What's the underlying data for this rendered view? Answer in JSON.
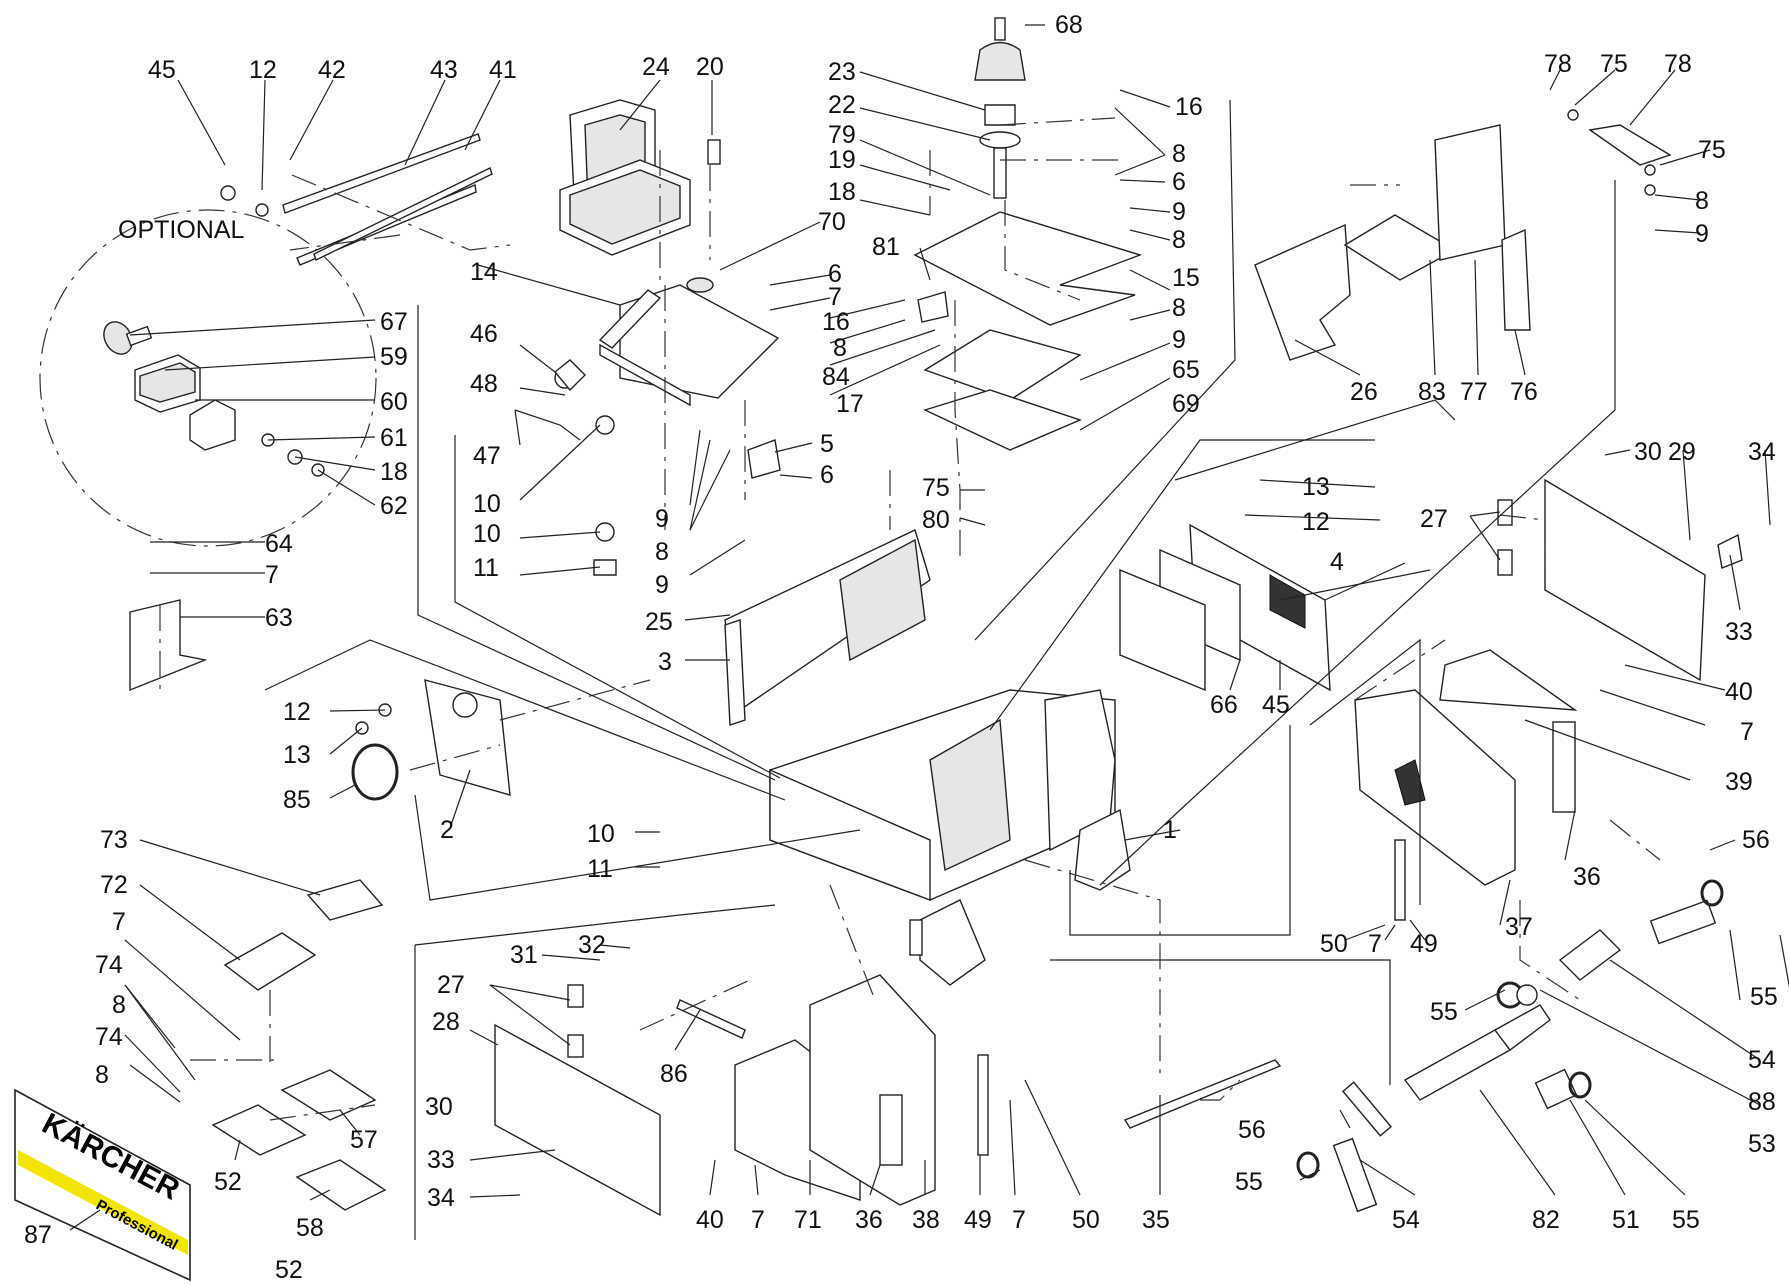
{
  "optional_label": "OPTIONAL",
  "logo": {
    "brand": "KÄRCHER",
    "tagline": "Professional",
    "stripe_color": "#f2e600"
  },
  "callouts": [
    "68",
    "23",
    "22",
    "79",
    "19",
    "18",
    "16",
    "8",
    "6",
    "9",
    "8",
    "15",
    "8",
    "9",
    "65",
    "69",
    "45",
    "12",
    "42",
    "43",
    "41",
    "24",
    "20",
    "70",
    "81",
    "6",
    "7",
    "16",
    "8",
    "84",
    "17",
    "14",
    "46",
    "48",
    "47",
    "10",
    "10",
    "11",
    "9",
    "8",
    "9",
    "5",
    "6",
    "75",
    "80",
    "25",
    "3",
    "67",
    "59",
    "60",
    "61",
    "18",
    "62",
    "64",
    "7",
    "63",
    "12",
    "13",
    "85",
    "2",
    "10",
    "11",
    "73",
    "72",
    "7",
    "74",
    "8",
    "74",
    "8",
    "52",
    "57",
    "58",
    "52",
    "87",
    "27",
    "31",
    "32",
    "28",
    "30",
    "33",
    "34",
    "86",
    "40",
    "7",
    "71",
    "36",
    "38",
    "49",
    "7",
    "50",
    "35",
    "78",
    "75",
    "78",
    "75",
    "8",
    "9",
    "26",
    "83",
    "77",
    "76",
    "30",
    "29",
    "34",
    "27",
    "33",
    "40",
    "7",
    "39",
    "13",
    "12",
    "4",
    "66",
    "45",
    "1",
    "56",
    "36",
    "37",
    "50",
    "7",
    "49",
    "55",
    "55",
    "54",
    "88",
    "53",
    "56",
    "55",
    "54",
    "82",
    "51",
    "55"
  ]
}
